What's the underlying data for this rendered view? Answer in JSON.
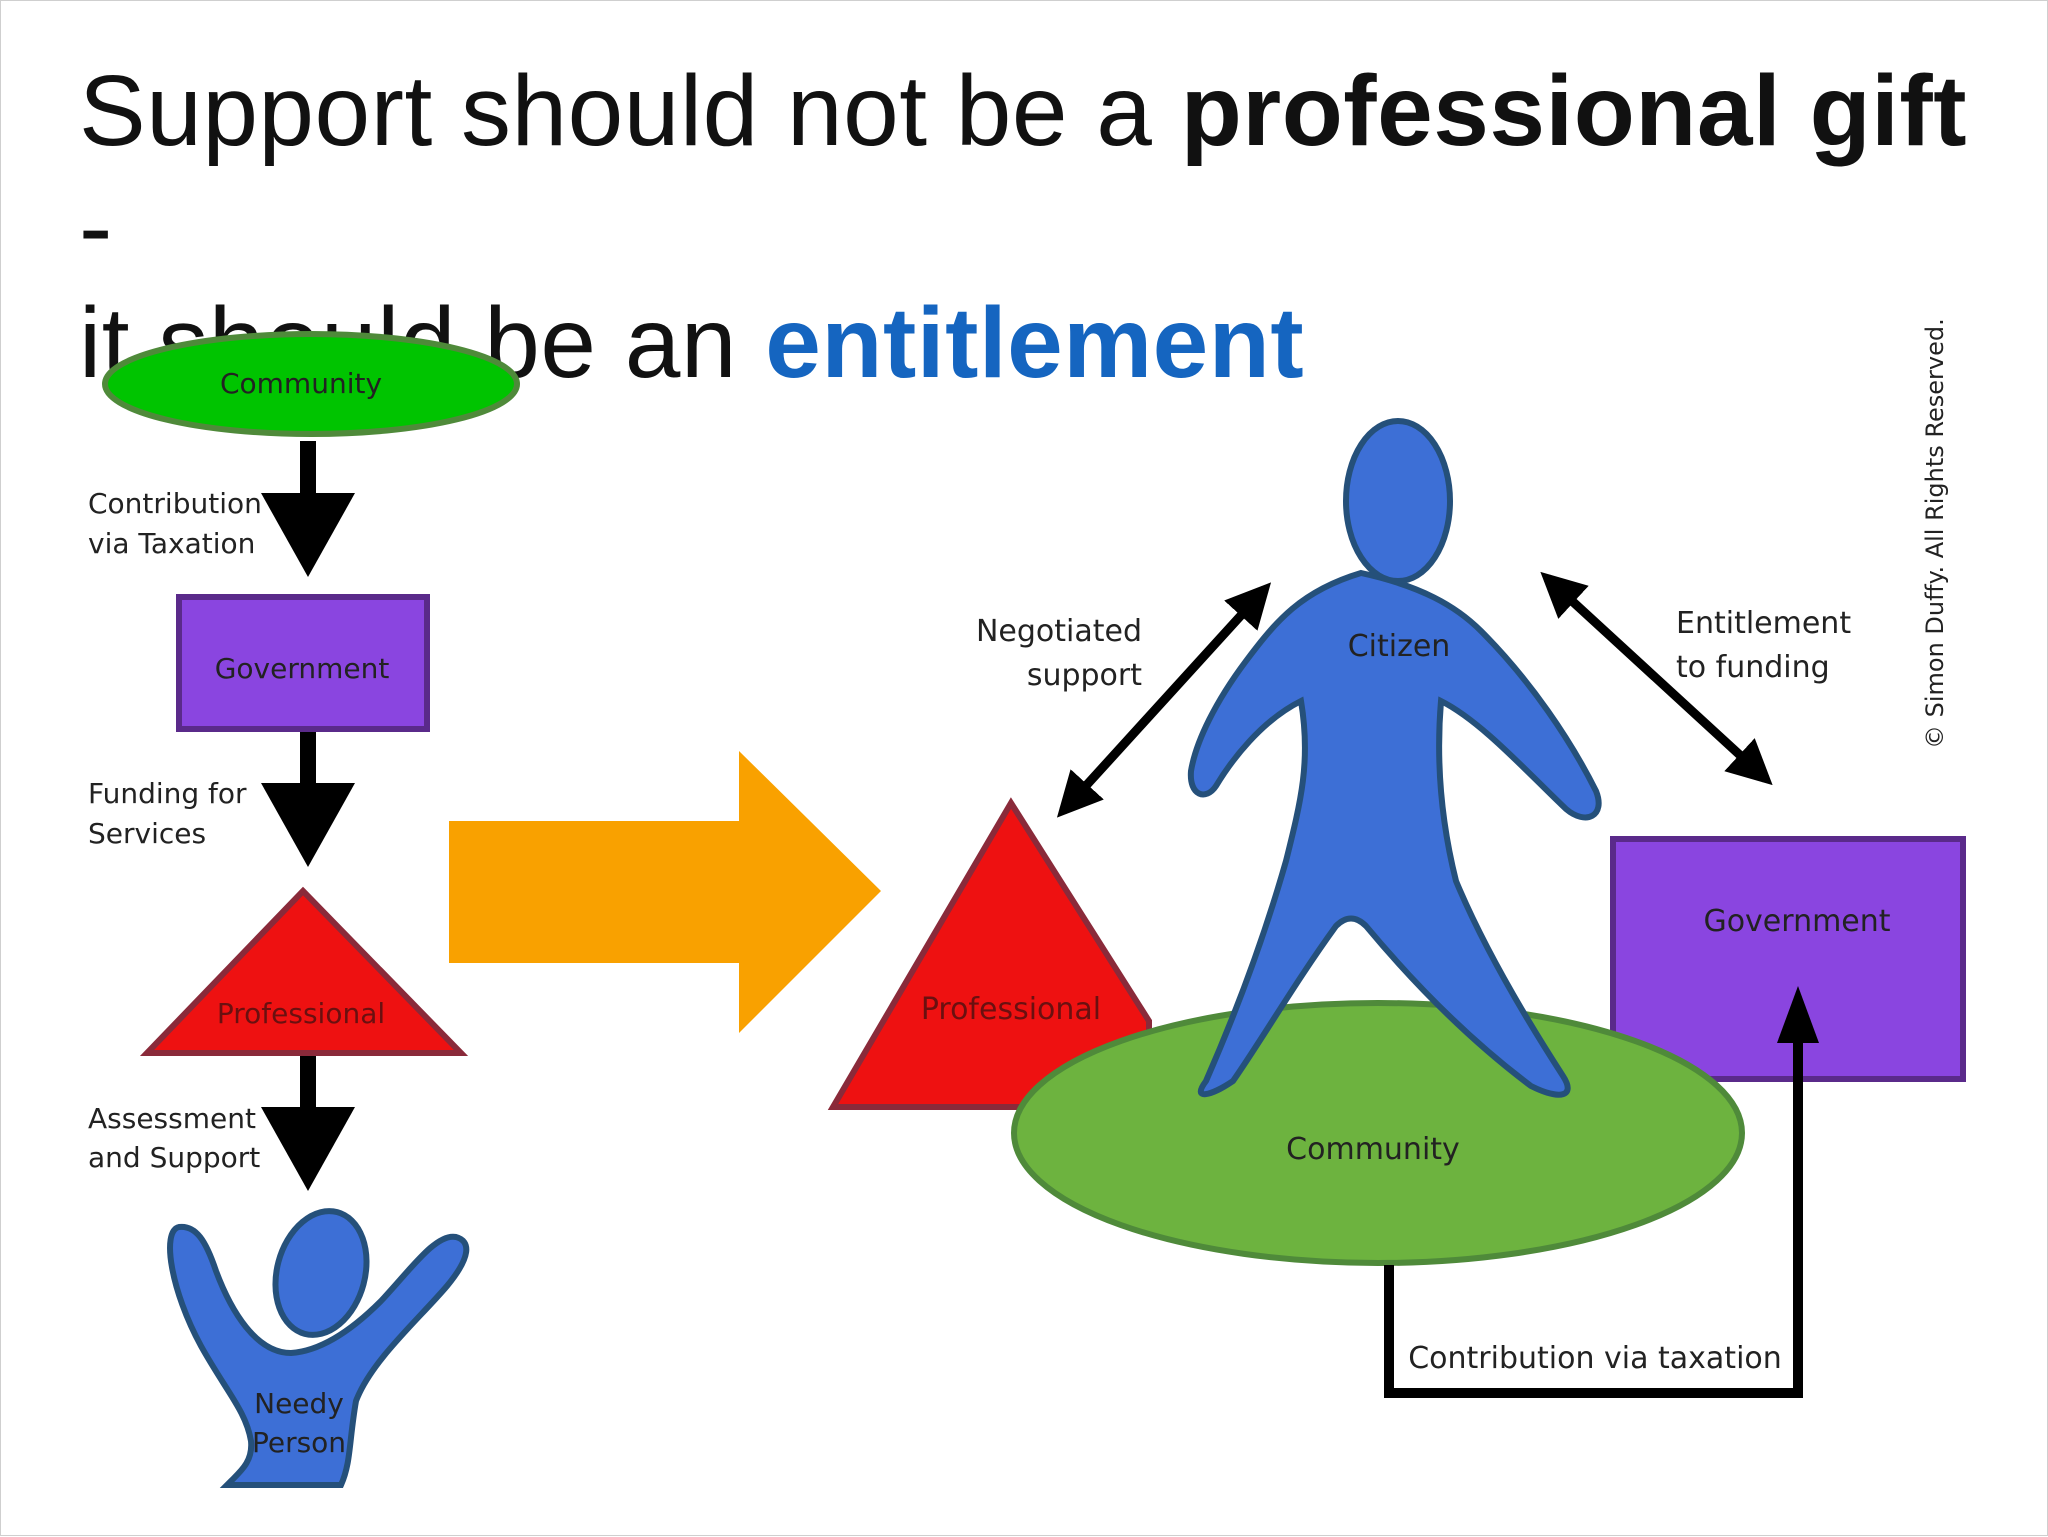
{
  "title": {
    "part1": "Support should not be a ",
    "bold": "professional gift",
    "part2": " -",
    "part3": "it should be an ",
    "accent": "entitlement",
    "accent_color": "#1565c0"
  },
  "old_model": {
    "community": "Community",
    "contribution_line1": "Contribution",
    "contribution_line2": "via Taxation",
    "government": "Government",
    "funding_line1": "Funding for",
    "funding_line2": "Services",
    "professional": "Professional",
    "assessment_line1": "Assessment",
    "assessment_line2": "and Support",
    "needy_line1": "Needy",
    "needy_line2": "Person"
  },
  "new_model": {
    "negotiated_line1": "Negotiated",
    "negotiated_line2": "support",
    "citizen": "Citizen",
    "entitlement_line1": "Entitlement",
    "entitlement_line2": "to funding",
    "professional": "Professional",
    "government": "Government",
    "community": "Community",
    "contribution": "Contribution via taxation"
  },
  "copyright": "© Simon Duffy. All Rights Reserved.",
  "colors": {
    "community_old": "#00c400",
    "community_new": "#6db33f",
    "government": "#8a45e0",
    "professional": "#ee1111",
    "person": "#3d6fd6",
    "arrow_orange": "#f9a100"
  }
}
